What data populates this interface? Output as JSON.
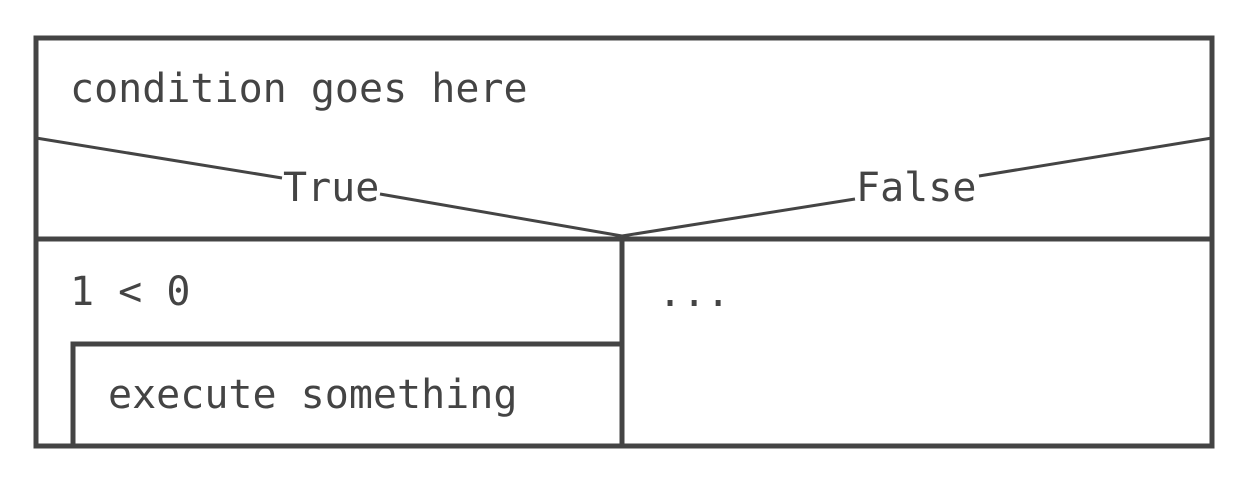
{
  "diagram": {
    "condition": "condition goes here",
    "true_label": "True",
    "false_label": "False",
    "true_branch": {
      "condition": "1 < 0",
      "action": "execute something"
    },
    "false_branch": {
      "content": "..."
    }
  }
}
